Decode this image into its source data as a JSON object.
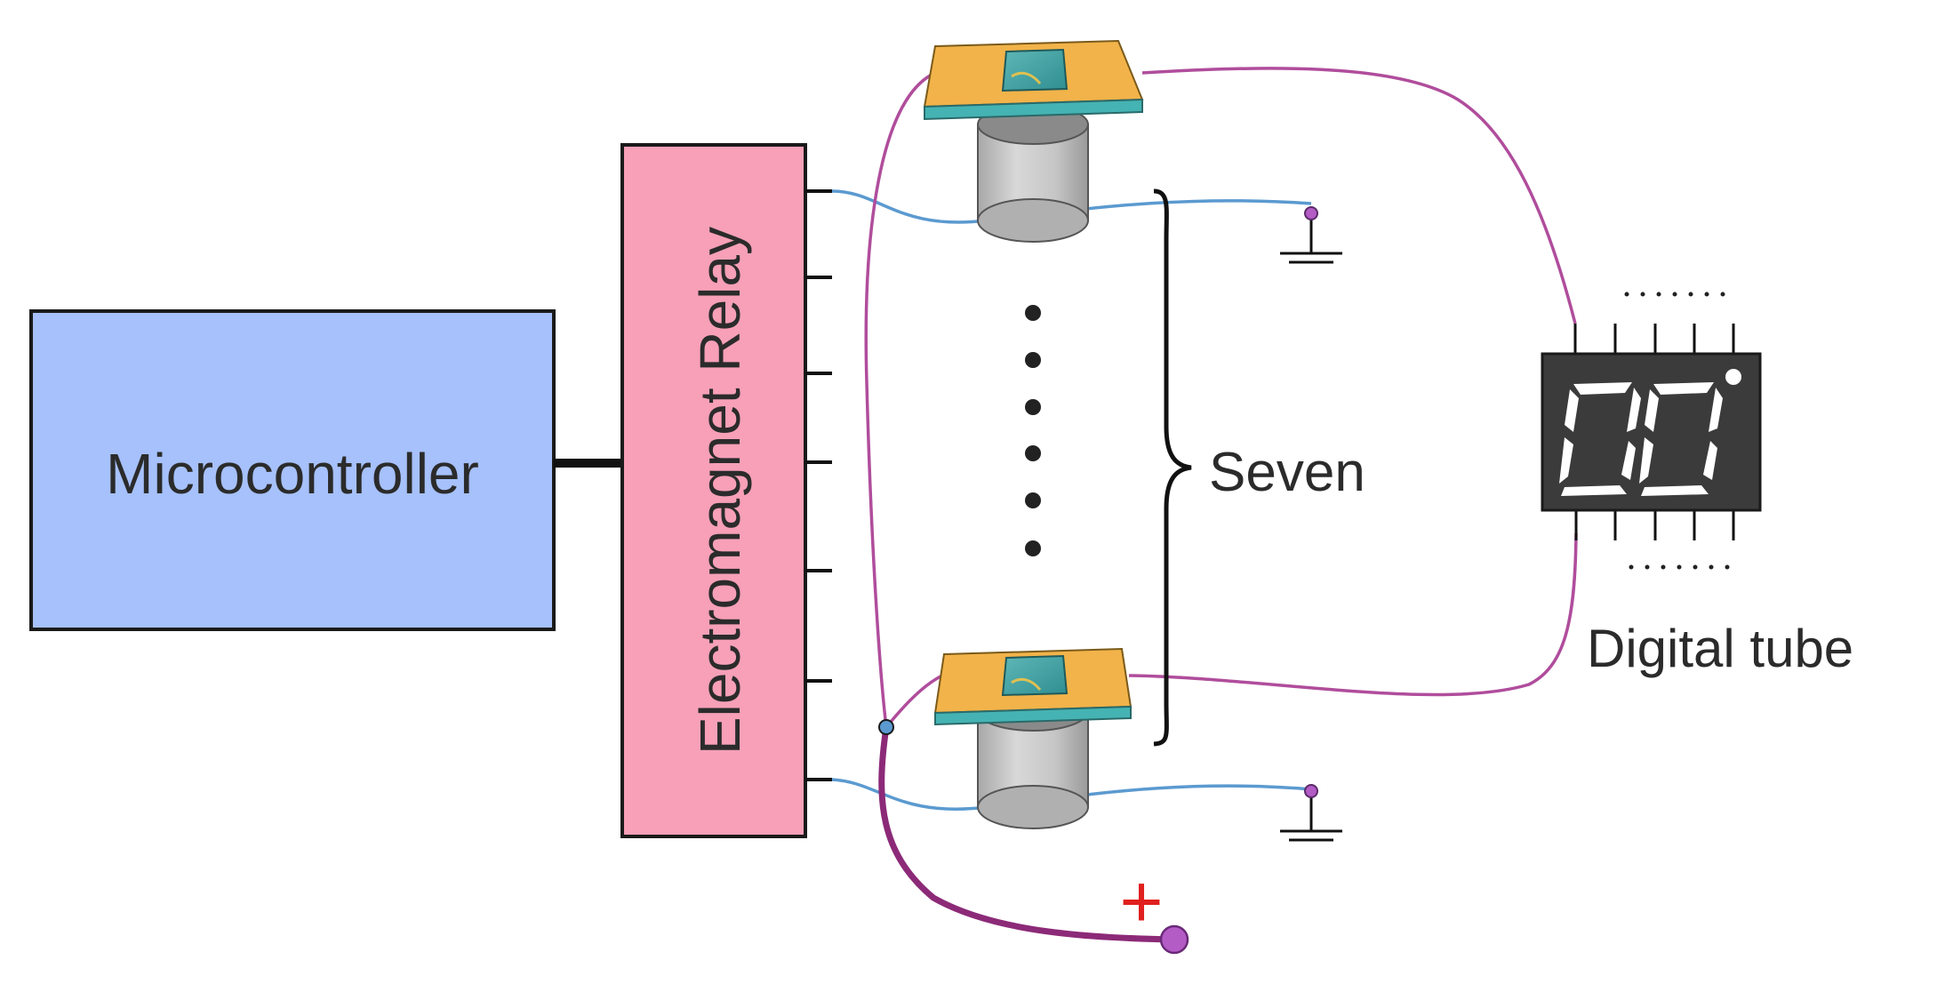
{
  "labels": {
    "microcontroller": "Microcontroller",
    "relay": "Electromagnet Relay",
    "seven": "Seven",
    "digital_tube": "Digital tube",
    "positive_terminal": "+"
  },
  "colors": {
    "microcontroller_fill": "#a6c1fb",
    "relay_fill": "#f7a0b8",
    "wire_magenta": "#b04d9c",
    "wire_positive": "#8c2a78",
    "wire_blue": "#5b9ad0",
    "terminal_purple": "#b45cc6",
    "plus_red": "#e0201e",
    "sensor_top": "#f2b34a",
    "sensor_base": "#45b3b3",
    "cylinder": "#c4c4c4",
    "tube_body": "#3b3b3b"
  }
}
